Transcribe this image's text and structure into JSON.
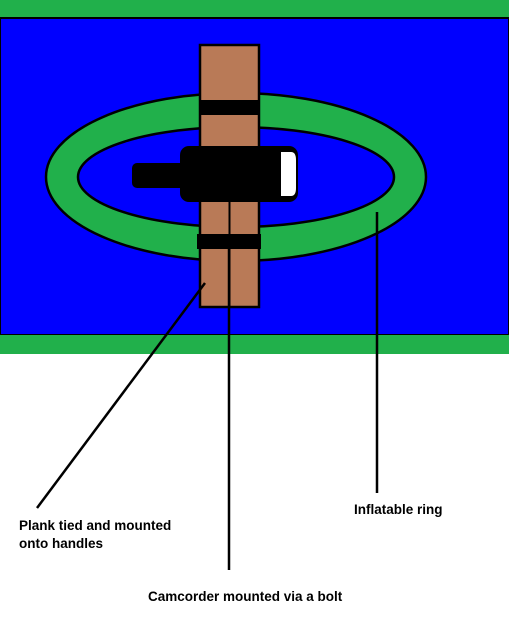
{
  "labels": {
    "plank_line1": "Plank tied and mounted",
    "plank_line2": "onto handles",
    "ring": "Inflatable ring",
    "camcorder": "Camcorder mounted via a bolt"
  },
  "colors": {
    "grass": "#21b04b",
    "water": "#0000ff",
    "ring": "#21b04b",
    "plank": "#b97a57",
    "camcorder": "#000000",
    "lens": "#ffffff",
    "strap": "#000000",
    "leader_line": "#000000"
  },
  "icons": {
    "camcorder": "camcorder-icon"
  }
}
